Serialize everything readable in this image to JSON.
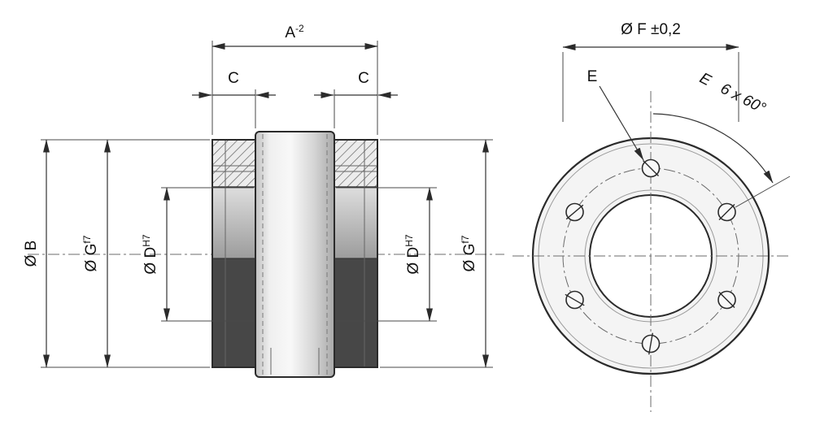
{
  "colors": {
    "outline": "#2b2b2b",
    "dim_line": "#333333",
    "hatch": "#5a5a5a",
    "hub_dark": "#474747",
    "face": "#f4f4f4",
    "background": "#ffffff"
  },
  "section_view": {
    "dim_a": {
      "base": "A",
      "sup": "-2"
    },
    "dim_c_left": "C",
    "dim_c_right": "C",
    "dim_b": "Ø B",
    "dim_g_left": {
      "base": "Ø G",
      "sup": "f7"
    },
    "dim_d_left": {
      "base": "Ø D",
      "sup": "H7"
    },
    "dim_d_right": {
      "base": "Ø D",
      "sup": "H7"
    },
    "dim_g_right": {
      "base": "Ø G",
      "sup": "f7"
    }
  },
  "front_view": {
    "dim_f": "Ø F ±0,2",
    "hole_label": "E",
    "pattern_count_label": "E",
    "pattern_spacing_label": "6 x 60°"
  }
}
